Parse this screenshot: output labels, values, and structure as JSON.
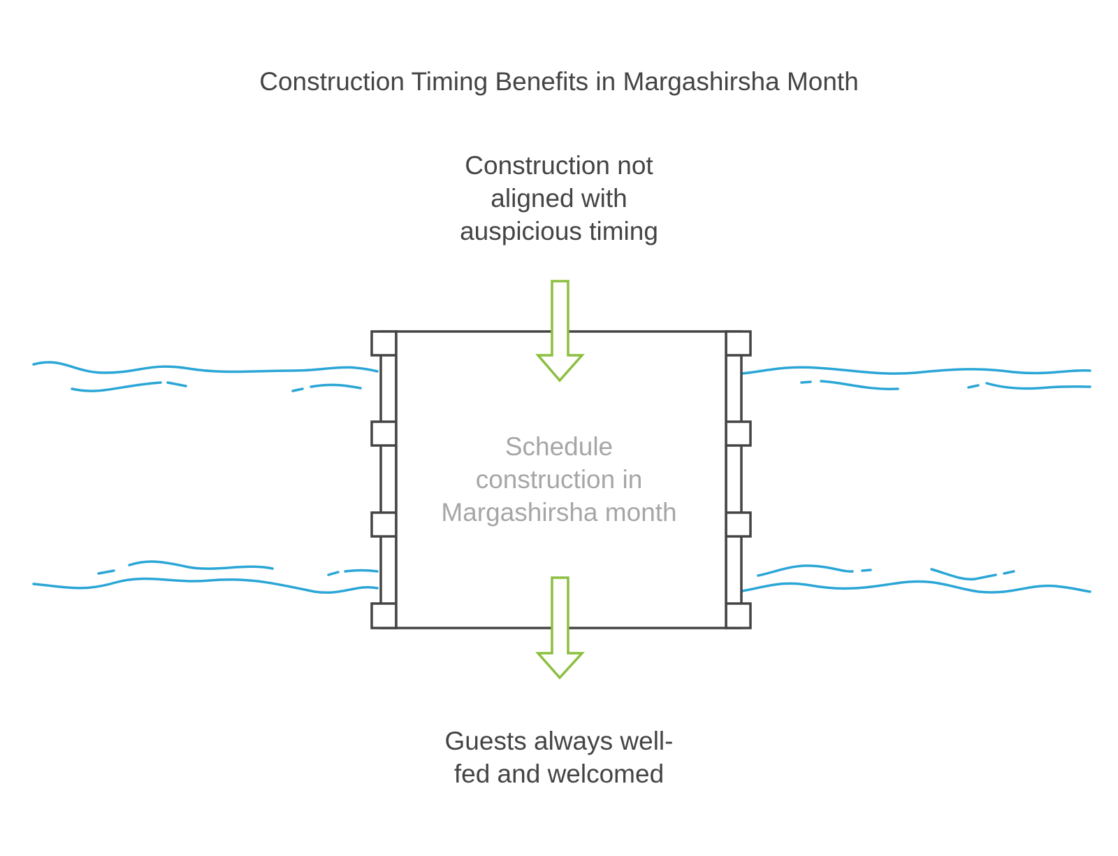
{
  "title": "Construction Timing Benefits in Margashirsha Month",
  "input": {
    "lines": [
      "Construction not",
      "aligned with",
      "auspicious timing"
    ]
  },
  "process": {
    "lines": [
      "Schedule",
      "construction in",
      "Margashirsha month"
    ]
  },
  "output": {
    "lines": [
      "Guests always well-",
      "fed and welcomed"
    ]
  },
  "colors": {
    "text": "#444444",
    "process_text": "#a6a6a6",
    "water": "#2aa6d6",
    "arrow": "#8cbf3f",
    "dam_outline": "#444444"
  },
  "icons": [
    "water-wave-icon",
    "dam-icon",
    "down-arrow-icon"
  ]
}
